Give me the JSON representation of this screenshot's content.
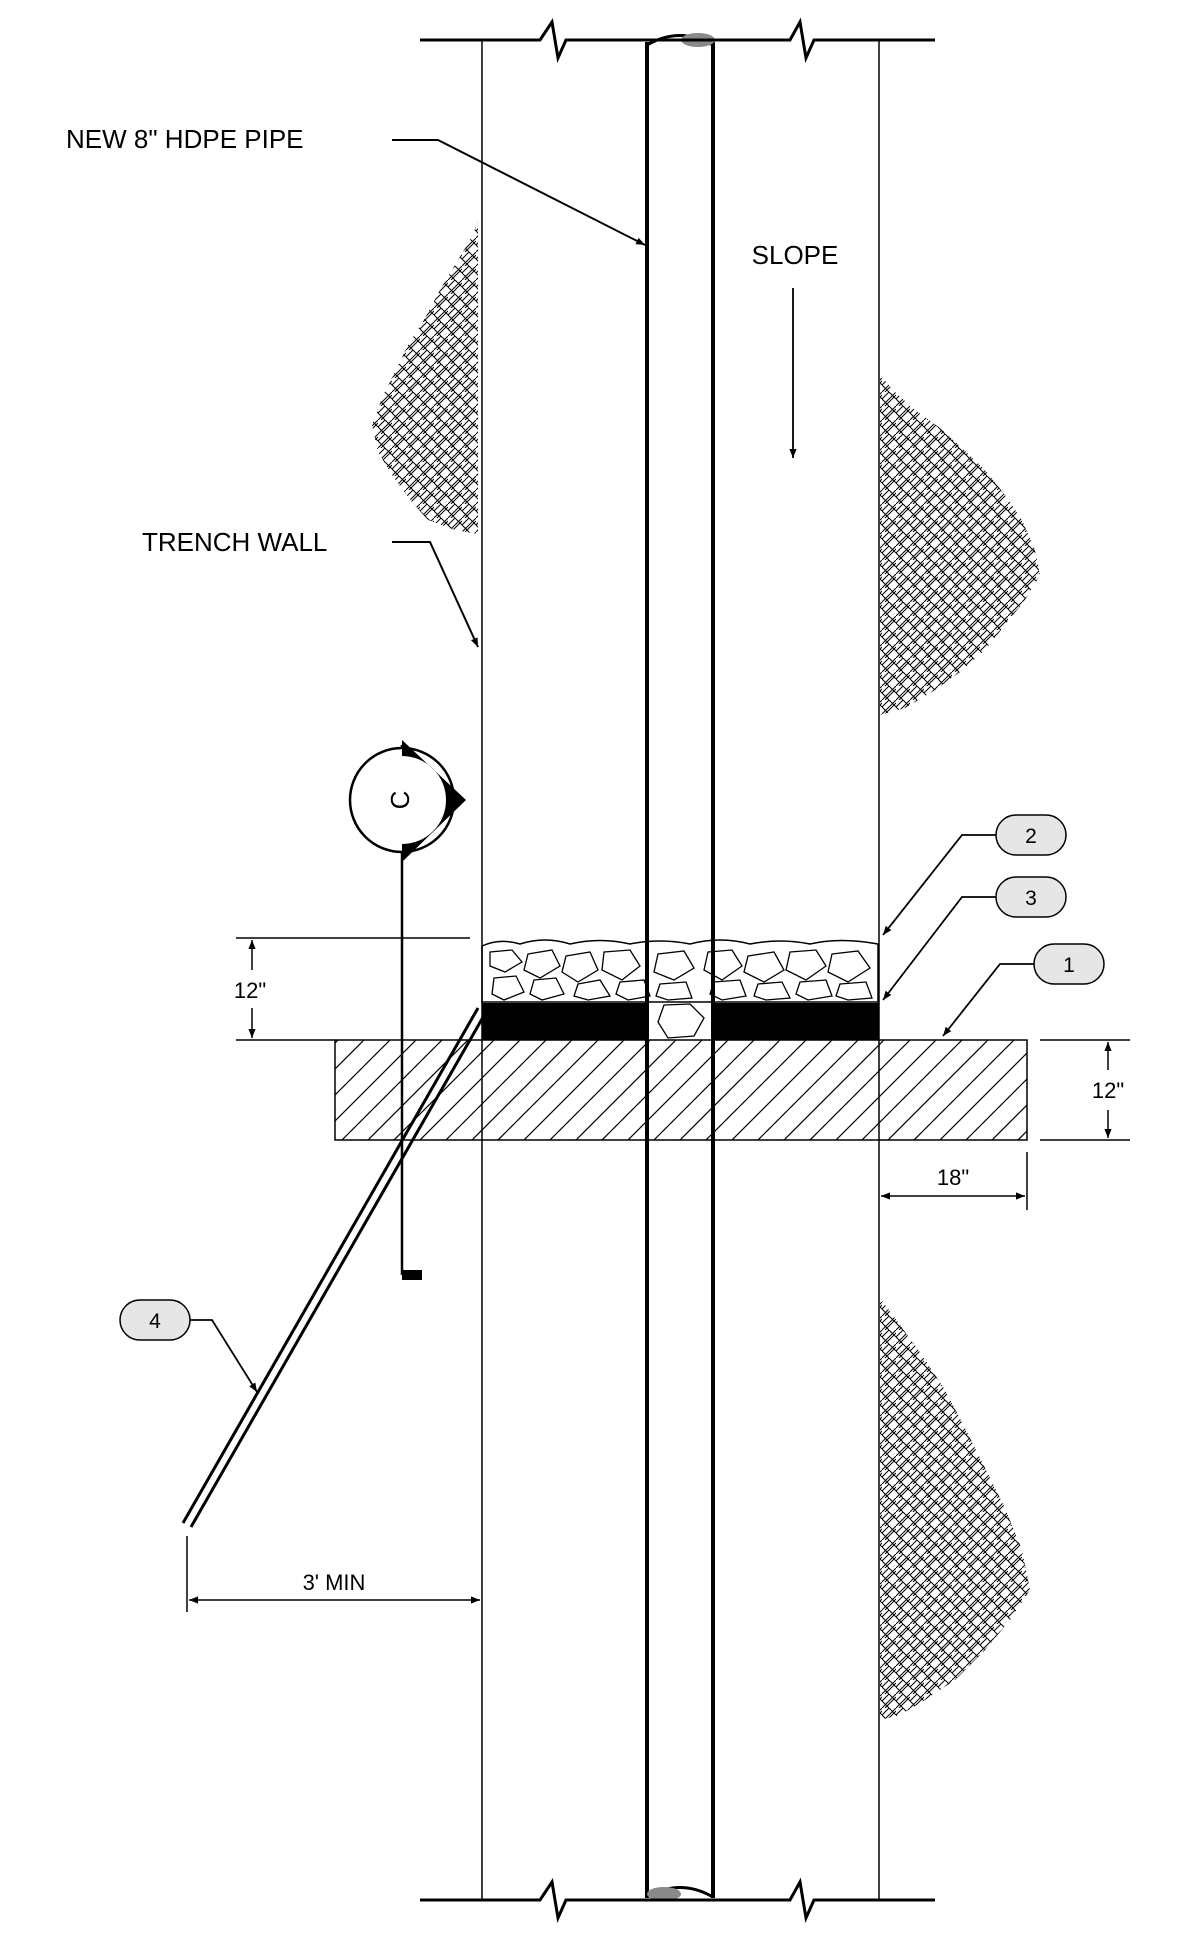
{
  "labels": {
    "pipe": "NEW 8\" HDPE PIPE",
    "trench_wall": "TRENCH WALL",
    "slope": "SLOPE"
  },
  "section_marker": "C",
  "dimensions": {
    "left_height": "12\"",
    "right_height": "12\"",
    "right_width": "18\"",
    "bottom_width": "3' MIN"
  },
  "callouts": [
    "2",
    "3",
    "1",
    "4"
  ],
  "colors": {
    "line": "#000000",
    "callout_fill": "#e6e6e6",
    "pipe_end_fill": "#8a8a8a"
  }
}
